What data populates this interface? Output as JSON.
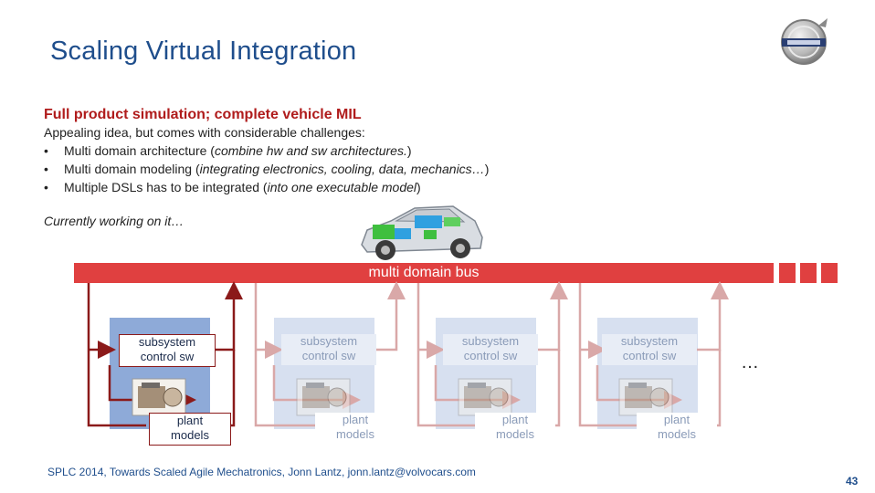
{
  "slide": {
    "title": "Scaling Virtual Integration",
    "heading": "Full product simulation; complete vehicle MIL",
    "intro": "Appealing idea, but comes with considerable challenges:",
    "bullets": [
      {
        "marker": "•",
        "plain": "Multi domain architecture (",
        "italic": "combine hw and sw architectures.",
        "tail": ")"
      },
      {
        "marker": "•",
        "plain": "Multi domain modeling (",
        "italic": "integrating electronics, cooling, data, mechanics…",
        "tail": ")"
      },
      {
        "marker": "•",
        "plain": "Multiple DSLs has to be integrated (",
        "italic": "into one executable model",
        "tail": ")"
      }
    ],
    "status": "Currently working on it…",
    "ellipsis": "…",
    "footer": "SPLC 2014, Towards Scaled Agile Mechatronics, Jonn Lantz, jonn.lantz@volvocars.com",
    "page_number": "43"
  },
  "diagram": {
    "bus_label": "multi domain bus",
    "subsystems": [
      {
        "control": [
          "subsystem",
          "control sw"
        ],
        "plant": [
          "plant",
          "models"
        ],
        "active": true
      },
      {
        "control": [
          "subsystem",
          "control sw"
        ],
        "plant": [
          "plant",
          "models"
        ],
        "active": false
      },
      {
        "control": [
          "subsystem",
          "control sw"
        ],
        "plant": [
          "plant",
          "models"
        ],
        "active": false
      },
      {
        "control": [
          "subsystem",
          "control sw"
        ],
        "plant": [
          "plant",
          "models"
        ],
        "active": false
      }
    ]
  },
  "colors": {
    "title_blue": "#1f4e8c",
    "heading_red": "#b01c1c",
    "bus_red": "#e04040",
    "active_link": "#8b1a1a",
    "faded_link": "#d9a8a8",
    "active_box": "#8eaad8",
    "faded_box": "#d7e0f0"
  },
  "icons": [
    "volvo-logo-icon",
    "car-cutaway-icon",
    "engine-plant-icon"
  ]
}
